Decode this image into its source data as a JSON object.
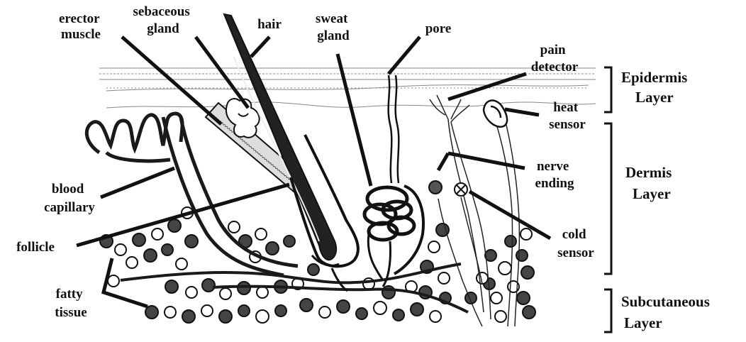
{
  "labels": {
    "erector_muscle": [
      "erector",
      "muscle"
    ],
    "sebaceous_gland": [
      "sebaceous",
      "gland"
    ],
    "hair": "hair",
    "sweat_gland": [
      "sweat",
      "gland"
    ],
    "pore": "pore",
    "pain_detector": [
      "pain",
      "detector"
    ],
    "heat_sensor": [
      "heat",
      "sensor"
    ],
    "nerve_ending": [
      "nerve",
      "ending"
    ],
    "cold_sensor": [
      "cold",
      "sensor"
    ],
    "blood_capillary": [
      "blood",
      "capillary"
    ],
    "follicle": "follicle",
    "fatty_tissue": [
      "fatty",
      "tissue"
    ]
  },
  "layers": {
    "epidermis": [
      "Epidermis",
      "Layer"
    ],
    "dermis": [
      "Dermis",
      "Layer"
    ],
    "subcutaneous": [
      "Subcutaneous",
      "Layer"
    ]
  }
}
